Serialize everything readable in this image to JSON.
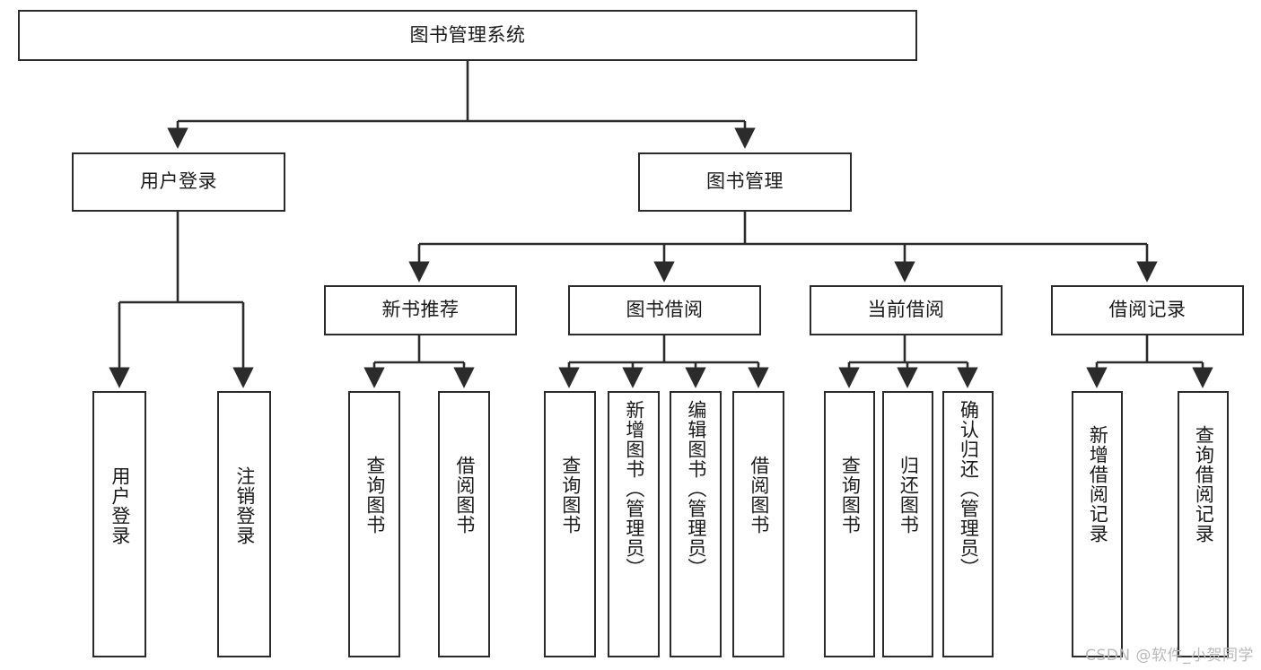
{
  "diagram": {
    "title": "图书管理系统",
    "type": "hierarchy-tree",
    "orientation": "top-down",
    "root": {
      "id": "root",
      "label": "图书管理系统"
    },
    "level2": [
      {
        "id": "user-login",
        "label": "用户登录"
      },
      {
        "id": "book-manage",
        "label": "图书管理"
      }
    ],
    "level3": [
      {
        "id": "new-book-rec",
        "label": "新书推荐",
        "parent": "book-manage"
      },
      {
        "id": "book-borrow",
        "label": "图书借阅",
        "parent": "book-manage"
      },
      {
        "id": "current-borrow",
        "label": "当前借阅",
        "parent": "book-manage"
      },
      {
        "id": "borrow-record",
        "label": "借阅记录",
        "parent": "book-manage"
      }
    ],
    "leaves": [
      {
        "id": "leaf-user-login",
        "label": "用户登录",
        "parent": "user-login"
      },
      {
        "id": "leaf-user-logout",
        "label": "注销登录",
        "parent": "user-login"
      },
      {
        "id": "leaf-query-book-1",
        "label": "查询图书",
        "parent": "new-book-rec"
      },
      {
        "id": "leaf-borrow-book-1",
        "label": "借阅图书",
        "parent": "new-book-rec"
      },
      {
        "id": "leaf-query-book-2",
        "label": "查询图书",
        "parent": "book-borrow"
      },
      {
        "id": "leaf-add-book",
        "label": "新增图书（管理员）",
        "parent": "book-borrow"
      },
      {
        "id": "leaf-edit-book",
        "label": "编辑图书（管理员）",
        "parent": "book-borrow"
      },
      {
        "id": "leaf-borrow-book-2",
        "label": "借阅图书",
        "parent": "book-borrow"
      },
      {
        "id": "leaf-query-book-3",
        "label": "查询图书",
        "parent": "current-borrow"
      },
      {
        "id": "leaf-return-book",
        "label": "归还图书",
        "parent": "current-borrow"
      },
      {
        "id": "leaf-confirm-return",
        "label": "确认归还（管理员）",
        "parent": "current-borrow"
      },
      {
        "id": "leaf-add-record",
        "label": "新增借阅记录",
        "parent": "borrow-record"
      },
      {
        "id": "leaf-query-record",
        "label": "查询借阅记录",
        "parent": "borrow-record"
      }
    ]
  },
  "watermark": {
    "text": "CSDN @软件_小贺同学"
  },
  "colors": {
    "background": "#ffffff",
    "box_border": "#2b2b2b",
    "box_fill": "#ffffff",
    "text": "#1a1a1a",
    "connector": "#2b2b2b",
    "watermark": "#b9b9b9"
  }
}
